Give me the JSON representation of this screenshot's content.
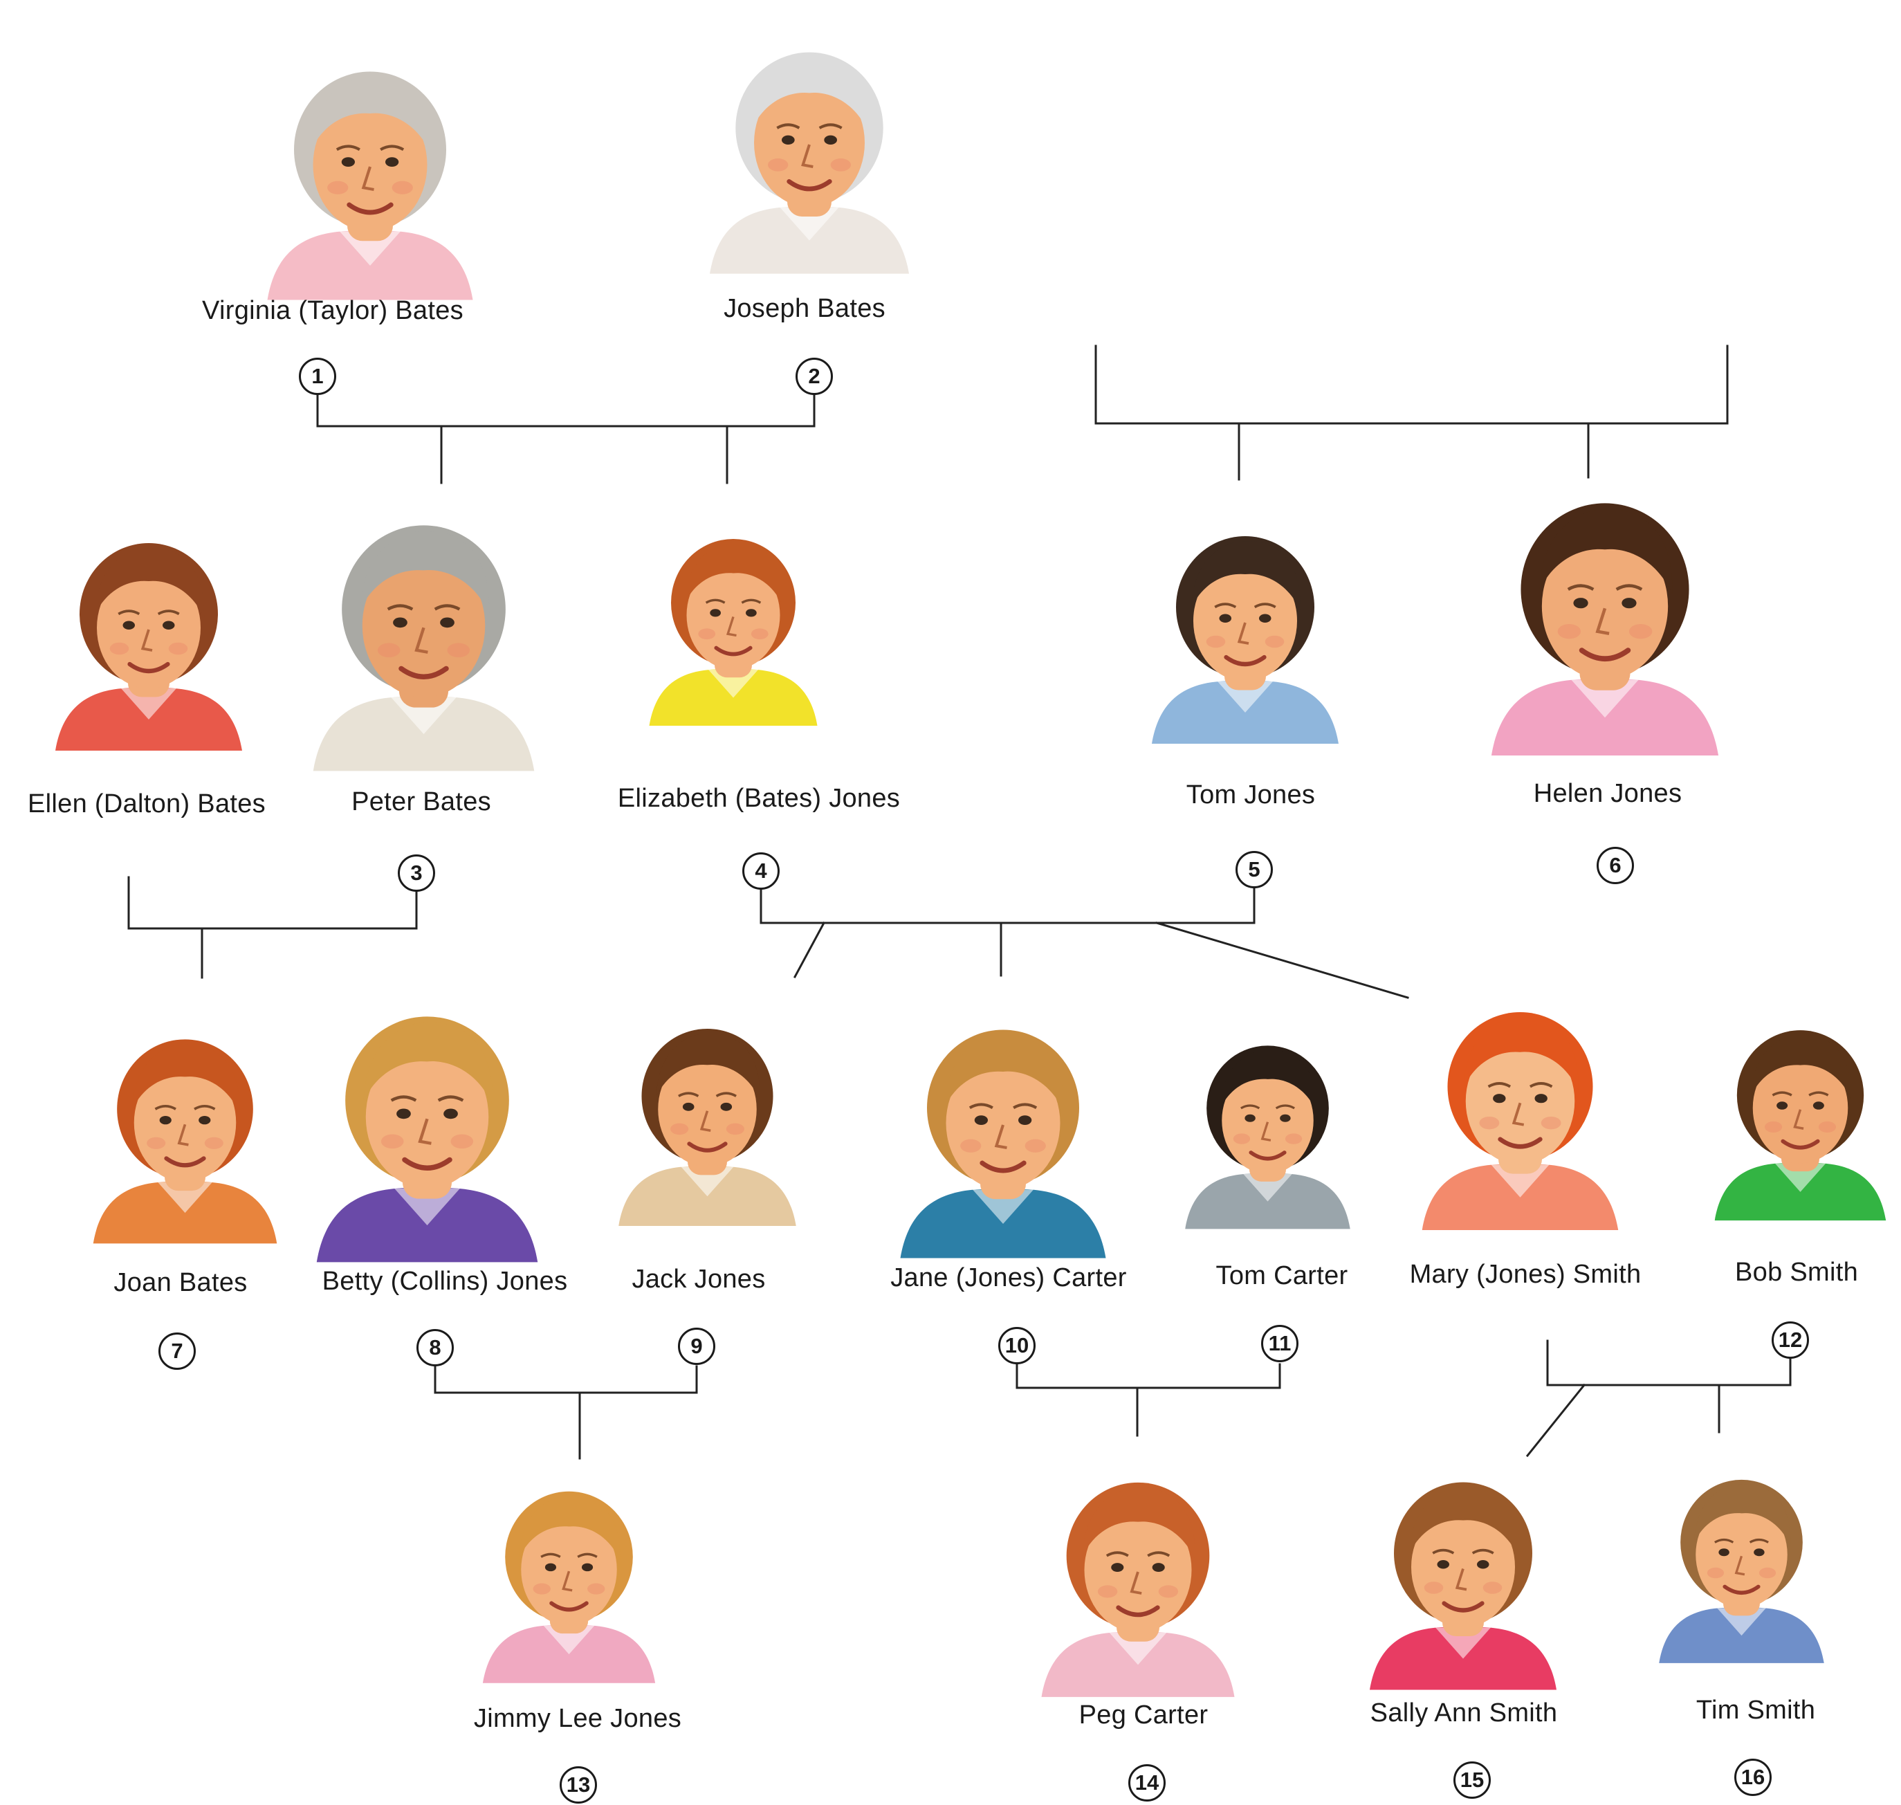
{
  "people": [
    {
      "number": "1",
      "name": "Virginia (Taylor) Bates",
      "hair": "#c9c4bd",
      "skin": "#f2b07c",
      "shirt": "#f5bcc6",
      "icon": "portrait-elderly-woman-icon"
    },
    {
      "number": "2",
      "name": "Joseph Bates",
      "hair": "#dcdcdc",
      "skin": "#f2b07c",
      "shirt": "#ede7e1",
      "icon": "portrait-elderly-man-icon"
    },
    {
      "number": "3",
      "name": "Peter Bates",
      "hair": "#a9a9a4",
      "skin": "#e9a36e",
      "shirt": "#e8e2d6",
      "icon": "portrait-man-icon"
    },
    {
      "number": "4",
      "name": "Elizabeth (Bates) Jones",
      "hair": "#c25a22",
      "skin": "#f3b07d",
      "shirt": "#f2e22a",
      "icon": "portrait-woman-icon"
    },
    {
      "number": "5",
      "name": "Tom Jones",
      "hair": "#3d2a1e",
      "skin": "#f3b27e",
      "shirt": "#8fb6dc",
      "icon": "portrait-man-glasses-icon"
    },
    {
      "number": "6",
      "name": "Helen Jones",
      "hair": "#4a2a17",
      "skin": "#f0ab78",
      "shirt": "#f2a3c2",
      "icon": "portrait-woman-icon"
    },
    {
      "number": "",
      "name": "Ellen (Dalton) Bates",
      "hair": "#8d4420",
      "skin": "#f2ad7a",
      "shirt": "#e8594a",
      "icon": "portrait-woman-icon"
    },
    {
      "number": "7",
      "name": "Joan Bates",
      "hair": "#c7561f",
      "skin": "#f3b27e",
      "shirt": "#e8843d",
      "icon": "portrait-woman-icon"
    },
    {
      "number": "8",
      "name": "Betty (Collins) Jones",
      "hair": "#d49b45",
      "skin": "#f3b27e",
      "shirt": "#6a4aa8",
      "icon": "portrait-woman-icon"
    },
    {
      "number": "9",
      "name": "Jack Jones",
      "hair": "#6b3b1b",
      "skin": "#f2ad77",
      "shirt": "#e5c9a0",
      "icon": "portrait-man-icon"
    },
    {
      "number": "10",
      "name": "Jane (Jones) Carter",
      "hair": "#c88c3e",
      "skin": "#f3b27e",
      "shirt": "#2c7fa7",
      "icon": "portrait-woman-icon"
    },
    {
      "number": "11",
      "name": "Tom Carter",
      "hair": "#2a1e16",
      "skin": "#f3b27e",
      "shirt": "#9aa5ab",
      "icon": "portrait-man-icon"
    },
    {
      "number": "",
      "name": "Mary (Jones) Smith",
      "hair": "#e2561d",
      "skin": "#f5bb8a",
      "shirt": "#f38a6c",
      "icon": "portrait-woman-icon"
    },
    {
      "number": "12",
      "name": "Bob Smith",
      "hair": "#5a3418",
      "skin": "#f0a974",
      "shirt": "#33b443",
      "icon": "portrait-man-mustache-icon"
    },
    {
      "number": "13",
      "name": "Jimmy Lee Jones",
      "hair": "#d9963f",
      "skin": "#f3b27e",
      "shirt": "#f0a9c1",
      "icon": "portrait-child-icon"
    },
    {
      "number": "14",
      "name": "Peg Carter",
      "hair": "#c8612a",
      "skin": "#f3b27e",
      "shirt": "#f2b9c8",
      "icon": "portrait-girl-icon"
    },
    {
      "number": "15",
      "name": "Sally Ann Smith",
      "hair": "#9a5a2a",
      "skin": "#f3b27e",
      "shirt": "#e83c63",
      "icon": "portrait-girl-icon"
    },
    {
      "number": "16",
      "name": "Tim Smith",
      "hair": "#9b6b3b",
      "skin": "#f3b27e",
      "shirt": "#6f8fc9",
      "icon": "portrait-boy-icon"
    }
  ]
}
